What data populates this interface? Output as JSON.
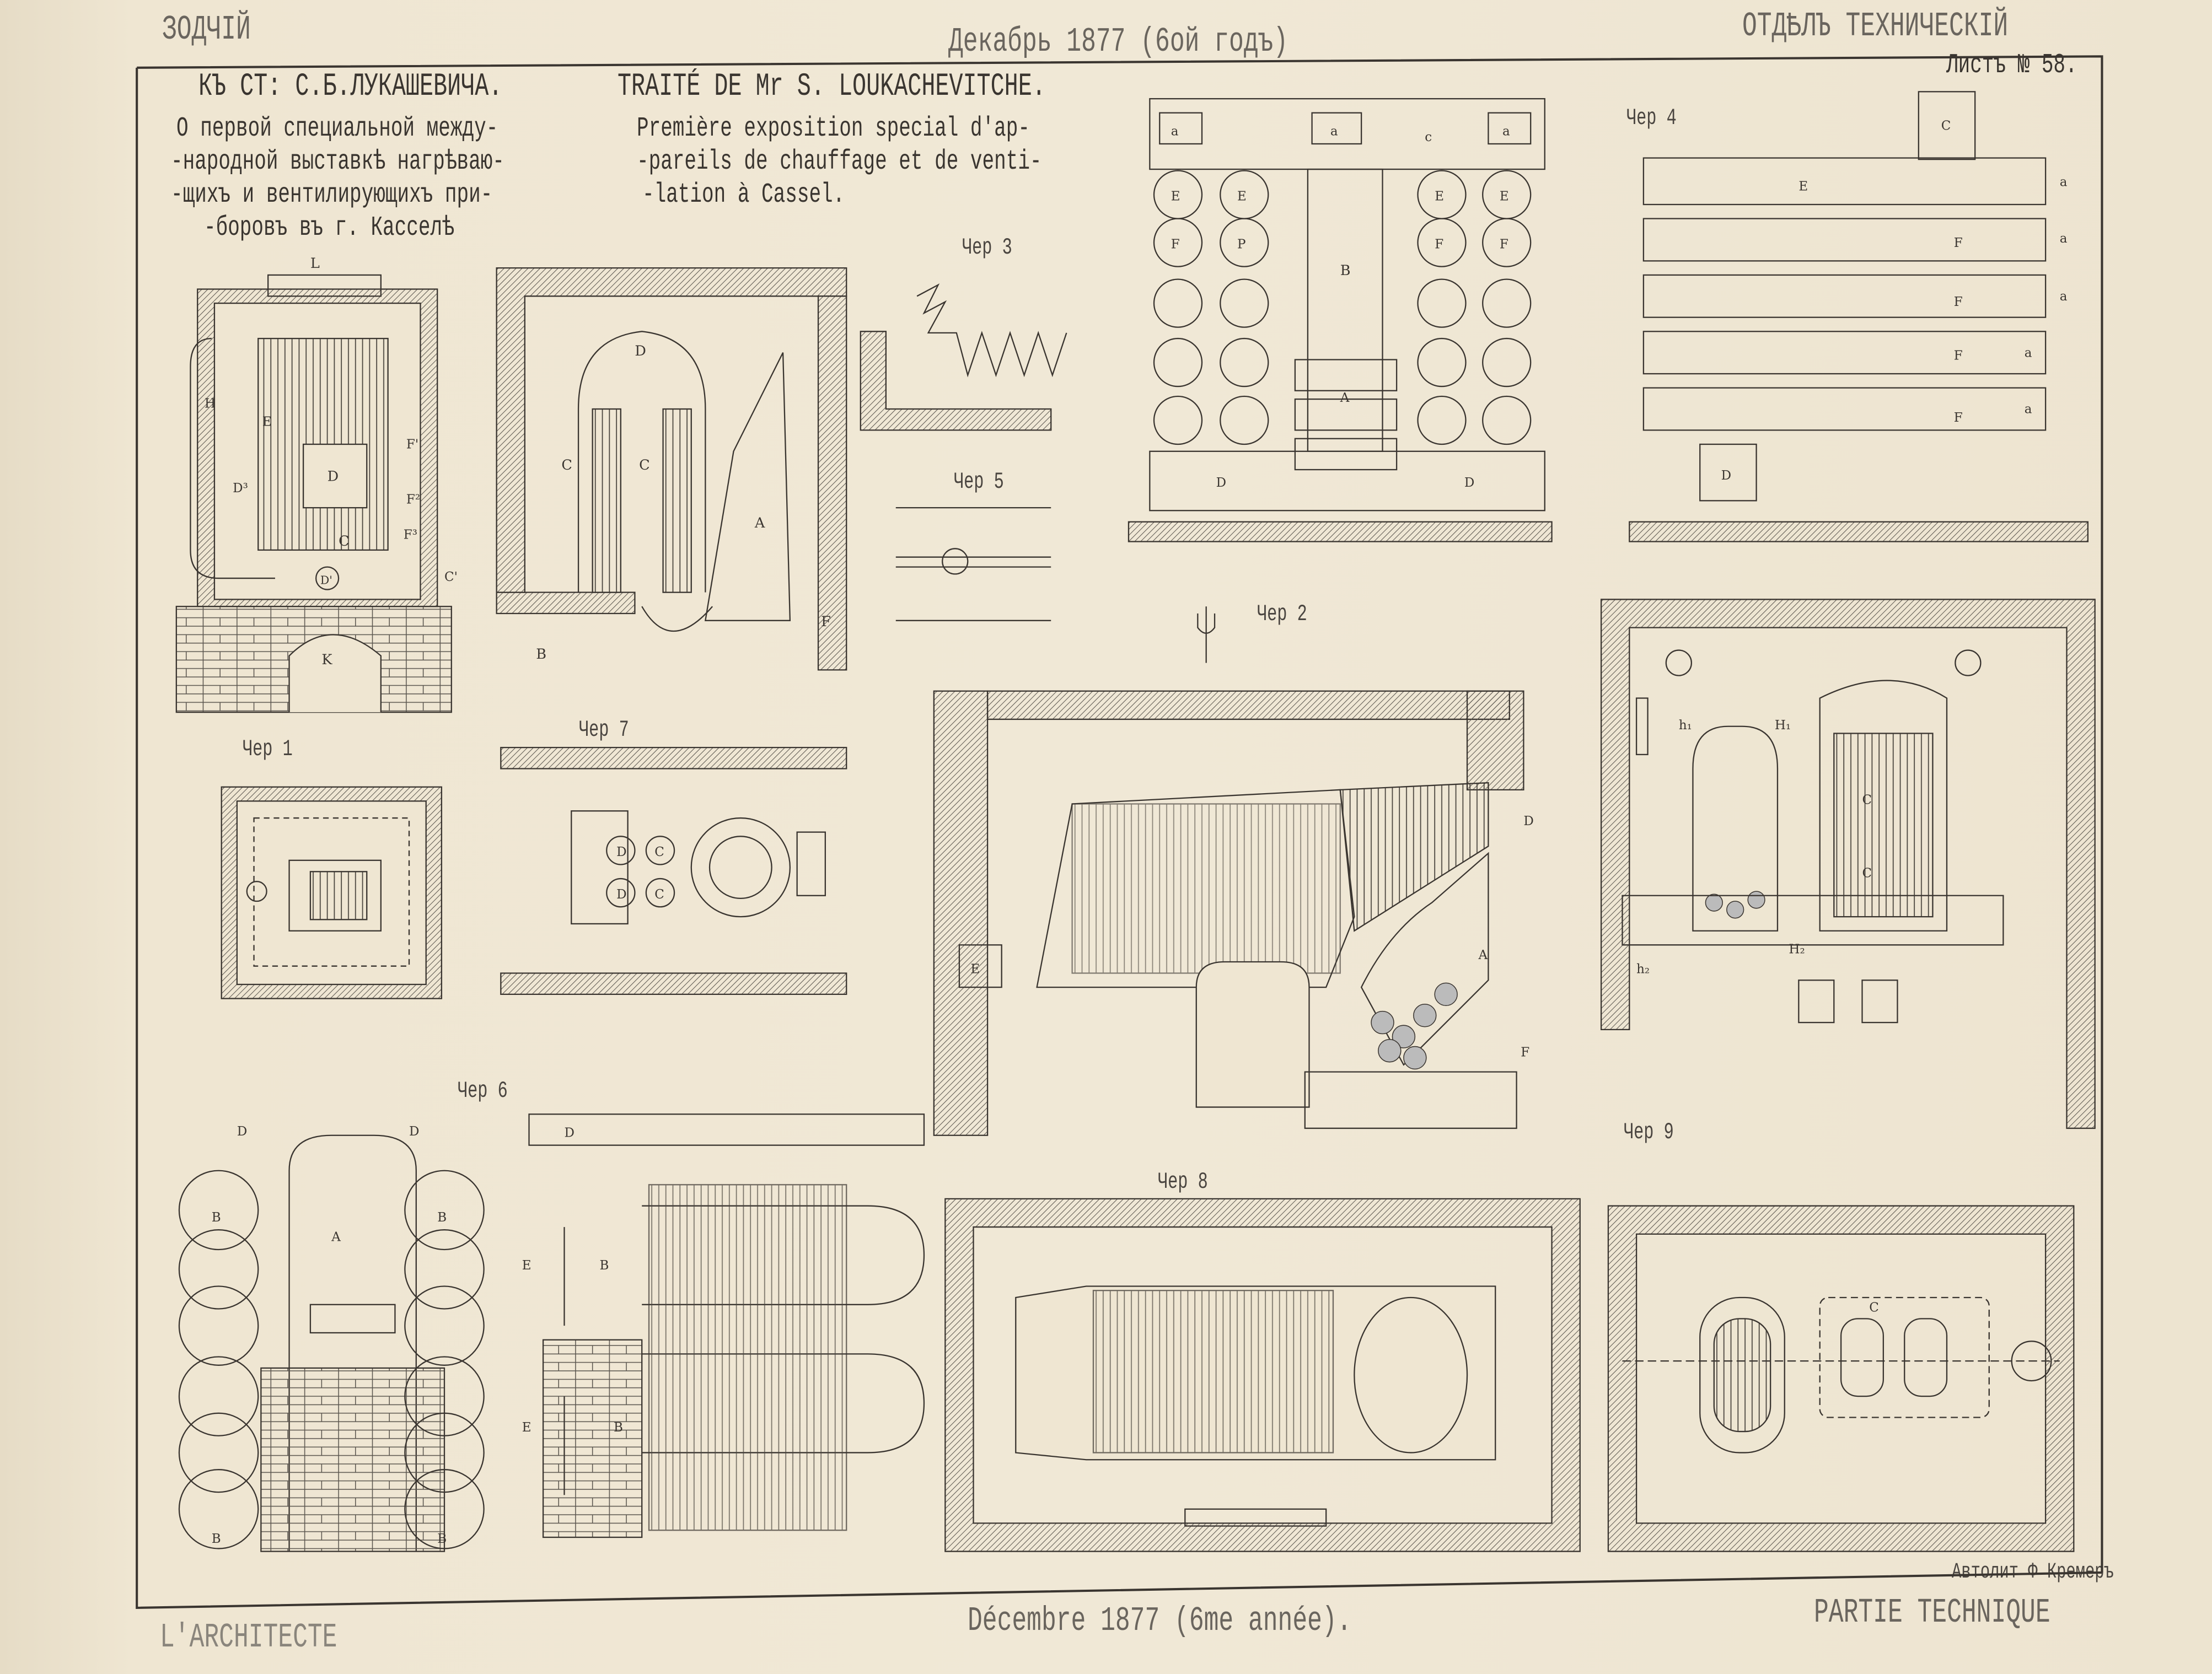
{
  "header": {
    "left": "ЗОДЧІЙ",
    "center": "Декабрь 1877 (6ой годъ)",
    "right": "ОТДѢЛЪ ТЕХНИЧЕСКІЙ",
    "sheet": "Листъ № 58."
  },
  "title_ru": {
    "heading": "КЪ СТ: С.Б.ЛУКАШЕВИЧА.",
    "lines": [
      "О первой специальной между-",
      "-народной выставкѣ нагрѣваю-",
      "-щихъ и вентилирующихъ при-",
      "-боровъ въ г. Касселѣ"
    ]
  },
  "title_fr": {
    "heading": "TRAITÉ DE Mr S. LOUKACHEVITCHE.",
    "lines": [
      "Première exposition special d'ap-",
      "-pareils de chauffage et de venti-",
      "-lation à Cassel."
    ]
  },
  "figures": {
    "fig1": "Чер 1",
    "fig2": "Чер 2",
    "fig3": "Чер 3",
    "fig4": "Чер 4",
    "fig5": "Чер 5",
    "fig6": "Чер 6",
    "fig7": "Чер 7",
    "fig8": "Чер 8",
    "fig9": "Чер 9"
  },
  "labels": {
    "a": "a",
    "A": "A",
    "B": "B",
    "C": "C",
    "c": "c",
    "D": "D",
    "E": "E",
    "F": "F",
    "P": "P",
    "K": "K",
    "L": "L",
    "H": "H",
    "F1": "F'",
    "F2": "F²",
    "F3": "F³",
    "D1": "D'",
    "D3": "D³",
    "C1": "C'",
    "h1": "h₁",
    "H1": "H₁",
    "H2": "H₂",
    "h2": "h₂"
  },
  "footer": {
    "left": "L'ARCHITECTE",
    "center": "Décembre 1877 (6me année).",
    "right": "PARTIE TECHNIQUE",
    "lithographer": "Автолит Ф Кремеръ"
  }
}
